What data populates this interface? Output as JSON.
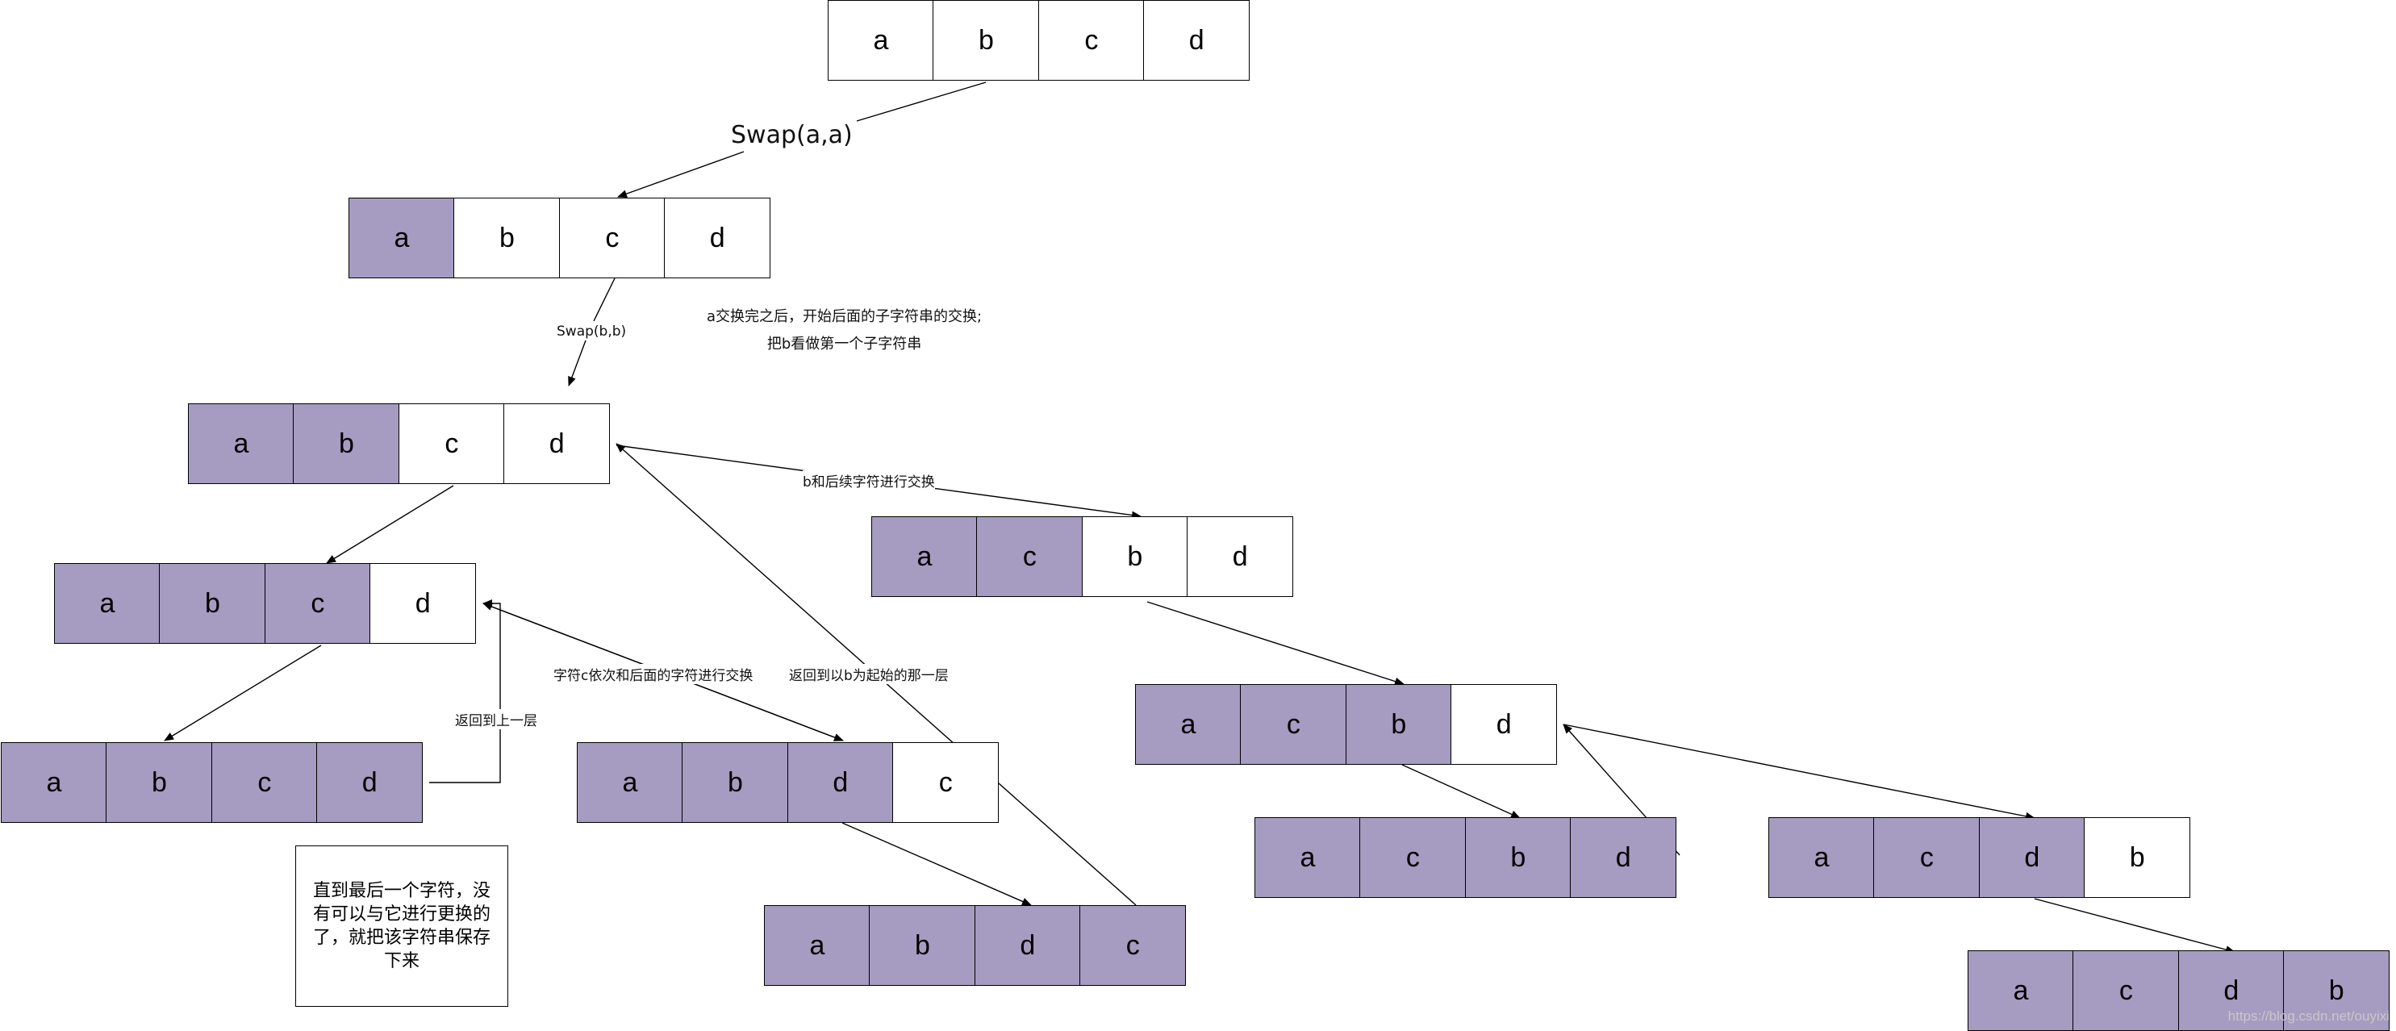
{
  "colors": {
    "fixed_cell": "#a69bc1",
    "open_cell": "#ffffff",
    "line": "#000000"
  },
  "rows": [
    {
      "name": "root",
      "cells": [
        {
          "ch": "a",
          "fixed": false
        },
        {
          "ch": "b",
          "fixed": false
        },
        {
          "ch": "c",
          "fixed": false
        },
        {
          "ch": "d",
          "fixed": false
        }
      ]
    },
    {
      "name": "level1-abcd",
      "cells": [
        {
          "ch": "a",
          "fixed": true
        },
        {
          "ch": "b",
          "fixed": false
        },
        {
          "ch": "c",
          "fixed": false
        },
        {
          "ch": "d",
          "fixed": false
        }
      ]
    },
    {
      "name": "level2-abcd",
      "cells": [
        {
          "ch": "a",
          "fixed": true
        },
        {
          "ch": "b",
          "fixed": true
        },
        {
          "ch": "c",
          "fixed": false
        },
        {
          "ch": "d",
          "fixed": false
        }
      ]
    },
    {
      "name": "level2-acbd",
      "cells": [
        {
          "ch": "a",
          "fixed": true
        },
        {
          "ch": "c",
          "fixed": true
        },
        {
          "ch": "b",
          "fixed": false
        },
        {
          "ch": "d",
          "fixed": false
        }
      ]
    },
    {
      "name": "level3-abcd",
      "cells": [
        {
          "ch": "a",
          "fixed": true
        },
        {
          "ch": "b",
          "fixed": true
        },
        {
          "ch": "c",
          "fixed": true
        },
        {
          "ch": "d",
          "fixed": false
        }
      ]
    },
    {
      "name": "level3-acbd",
      "cells": [
        {
          "ch": "a",
          "fixed": true
        },
        {
          "ch": "c",
          "fixed": true
        },
        {
          "ch": "b",
          "fixed": true
        },
        {
          "ch": "d",
          "fixed": false
        }
      ]
    },
    {
      "name": "leaf-abcd",
      "cells": [
        {
          "ch": "a",
          "fixed": true
        },
        {
          "ch": "b",
          "fixed": true
        },
        {
          "ch": "c",
          "fixed": true
        },
        {
          "ch": "d",
          "fixed": true
        }
      ]
    },
    {
      "name": "level3-abdc",
      "cells": [
        {
          "ch": "a",
          "fixed": true
        },
        {
          "ch": "b",
          "fixed": true
        },
        {
          "ch": "d",
          "fixed": true
        },
        {
          "ch": "c",
          "fixed": false
        }
      ]
    },
    {
      "name": "leaf-acbd",
      "cells": [
        {
          "ch": "a",
          "fixed": true
        },
        {
          "ch": "c",
          "fixed": true
        },
        {
          "ch": "b",
          "fixed": true
        },
        {
          "ch": "d",
          "fixed": true
        }
      ]
    },
    {
      "name": "level3-acdb",
      "cells": [
        {
          "ch": "a",
          "fixed": true
        },
        {
          "ch": "c",
          "fixed": true
        },
        {
          "ch": "d",
          "fixed": true
        },
        {
          "ch": "b",
          "fixed": false
        }
      ]
    },
    {
      "name": "leaf-abdc",
      "cells": [
        {
          "ch": "a",
          "fixed": true
        },
        {
          "ch": "b",
          "fixed": true
        },
        {
          "ch": "d",
          "fixed": true
        },
        {
          "ch": "c",
          "fixed": true
        }
      ]
    },
    {
      "name": "leaf-acdb",
      "cells": [
        {
          "ch": "a",
          "fixed": true
        },
        {
          "ch": "c",
          "fixed": true
        },
        {
          "ch": "d",
          "fixed": true
        },
        {
          "ch": "b",
          "fixed": true
        }
      ]
    }
  ],
  "labels": {
    "swap_aa": "Swap(a,a)",
    "swap_bb": "Swap(b,b)",
    "note_after_a_line1": "a交换完之后，开始后面的子字符串的交换;",
    "note_after_a_line2": "把b看做第一个子字符串",
    "b_swap_rest": "b和后续字符进行交换",
    "c_swap_rest": "字符c依次和后面的字符进行交换",
    "back_to_b_level": "返回到以b为起始的那一层",
    "back_one_level": "返回到上一层"
  },
  "note_box": "直到最后一个字符，没有可以与它进行更换的了，就把该字符串保存下来",
  "watermark": "https://blog.csdn.net/ouyixi"
}
